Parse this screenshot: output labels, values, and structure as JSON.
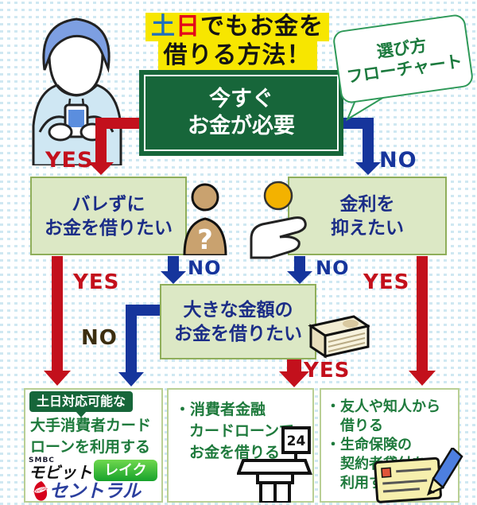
{
  "title": {
    "line1_part_blue": "土",
    "line1_part_red": "日",
    "line1_part_rest": "でもお金を",
    "line2": "借りる方法！"
  },
  "bubble": {
    "line1": "選び方",
    "line2": "フローチャート"
  },
  "flow": {
    "root": {
      "line1": "今すぐ",
      "line2": "お金が必要"
    },
    "left_question": {
      "line1": "バレずに",
      "line2": "お金を借りたい"
    },
    "right_question": {
      "line1": "金利を",
      "line2": "抑えたい"
    },
    "mid_question": {
      "line1": "大きな金額の",
      "line2": "お金を借りたい"
    },
    "labels": {
      "yes": "YES",
      "no": "NO"
    }
  },
  "outcomes": {
    "left": {
      "badge": "土日対応可能な",
      "line1": "大手消費者カード",
      "line2": "ローンを利用する",
      "logos": {
        "smbc": "SMBC",
        "mobit": "モビット",
        "lake": "レイク",
        "central_mark": "CENTRAL",
        "central": "セントラル"
      }
    },
    "middle": {
      "lines": [
        "・消費者金融",
        "カードローンで",
        "お金を借りる"
      ],
      "atm_sign": "24"
    },
    "right": {
      "lines": [
        "・友人や知人から",
        "借りる",
        "・生命保険の",
        "契約者貸付を",
        "利用する"
      ]
    }
  },
  "icons": {
    "person_smartphone": "person-using-smartphone-illustration",
    "anonymous_person": "anonymous-person-question-icon",
    "hand_coin": "hand-holding-coin-icon",
    "money_stack": "money-stack-icon",
    "atm_store": "atm-store-24h-icon",
    "check_pen": "check-and-pen-icon"
  },
  "colors": {
    "dark_green": "#17663a",
    "light_green_box": "#dce8c5",
    "box_border": "#8fae5a",
    "navy_text": "#1b2d87",
    "yes_red": "#c3101c",
    "no_blue": "#16359c",
    "no_dark": "#3b2e10",
    "title_highlight": "#f7e600",
    "outcome_green_text": "#1e7a3c",
    "background_dot": "#cfe8f2"
  }
}
